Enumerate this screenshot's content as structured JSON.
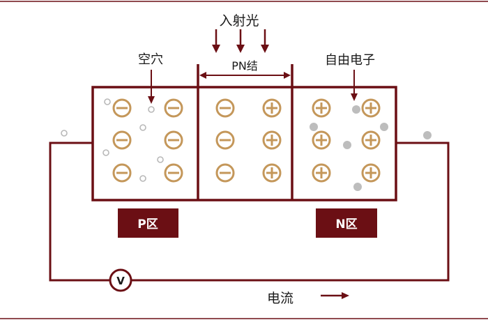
{
  "labels": {
    "incident_light": "入射光",
    "pn_junction": "PN结",
    "hole": "空穴",
    "free_electron": "自由电子",
    "p_region": "P区",
    "n_region": "N区",
    "current": "电流",
    "voltmeter": "V"
  },
  "charges": {
    "p_region": [
      "⊖",
      "⊖",
      "⊖",
      "⊖",
      "⊖",
      "⊖"
    ],
    "junction": [
      "⊖",
      "⊕",
      "⊖",
      "⊕",
      "⊖",
      "⊕"
    ],
    "n_region": [
      "⊕",
      "⊕",
      "⊕",
      "⊕",
      "⊕",
      "⊕"
    ]
  },
  "colors": {
    "frame": "#6b0f14",
    "charge": "#c4975a",
    "hole_outline": "#b8b8b8",
    "electron_fill": "#bdbdbd",
    "label_box": "#6b0f14"
  }
}
